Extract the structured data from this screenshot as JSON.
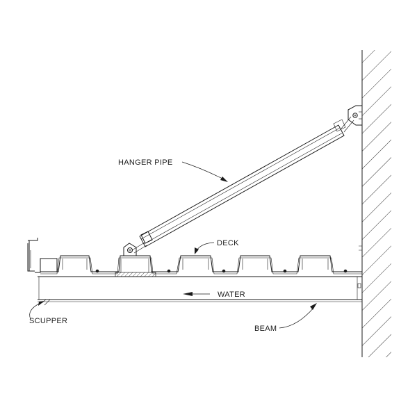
{
  "labels": {
    "hanger_pipe": "HANGER PIPE",
    "deck": "DECK",
    "water": "WATER",
    "scupper": "SCUPPER",
    "beam": "BEAM"
  }
}
